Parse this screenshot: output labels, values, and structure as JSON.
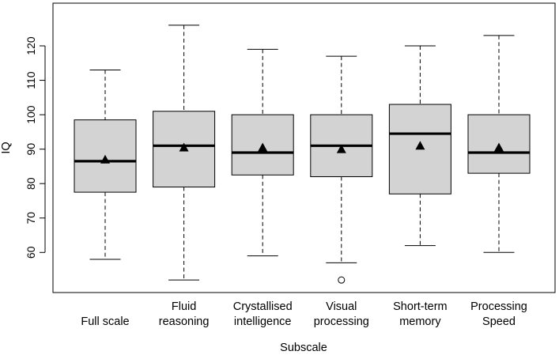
{
  "chart_data": {
    "type": "boxplot",
    "title": "",
    "xlabel": "Subscale",
    "ylabel": "IQ",
    "ylim": [
      48,
      133
    ],
    "yticks": [
      60,
      70,
      80,
      90,
      100,
      110,
      120
    ],
    "grid": false,
    "legend": "none",
    "mean_marker": "filled-triangle",
    "outlier_marker": "open-circle",
    "colors": {
      "box_fill": "#d3d3d3",
      "stroke": "#000000",
      "background": "#ffffff"
    },
    "categories": [
      [
        "Full scale"
      ],
      [
        "Fluid",
        "reasoning"
      ],
      [
        "Crystallised",
        "intelligence"
      ],
      [
        "Visual",
        "processing"
      ],
      [
        "Short-term",
        "memory"
      ],
      [
        "Processing",
        "Speed"
      ]
    ],
    "boxes": [
      {
        "whisker_low": 58,
        "q1": 77.5,
        "median": 86.5,
        "q3": 98.5,
        "whisker_high": 113,
        "mean": 87,
        "outliers": []
      },
      {
        "whisker_low": 52,
        "q1": 79,
        "median": 91,
        "q3": 101,
        "whisker_high": 126,
        "mean": 90.5,
        "outliers": []
      },
      {
        "whisker_low": 59,
        "q1": 82.5,
        "median": 89,
        "q3": 100,
        "whisker_high": 119,
        "mean": 90.5,
        "outliers": []
      },
      {
        "whisker_low": 57,
        "q1": 82,
        "median": 91,
        "q3": 100,
        "whisker_high": 117,
        "mean": 90,
        "outliers": [
          52
        ]
      },
      {
        "whisker_low": 62,
        "q1": 77,
        "median": 94.5,
        "q3": 103,
        "whisker_high": 120,
        "mean": 91,
        "outliers": []
      },
      {
        "whisker_low": 60,
        "q1": 83,
        "median": 89,
        "q3": 100,
        "whisker_high": 123,
        "mean": 90.5,
        "outliers": []
      }
    ]
  }
}
